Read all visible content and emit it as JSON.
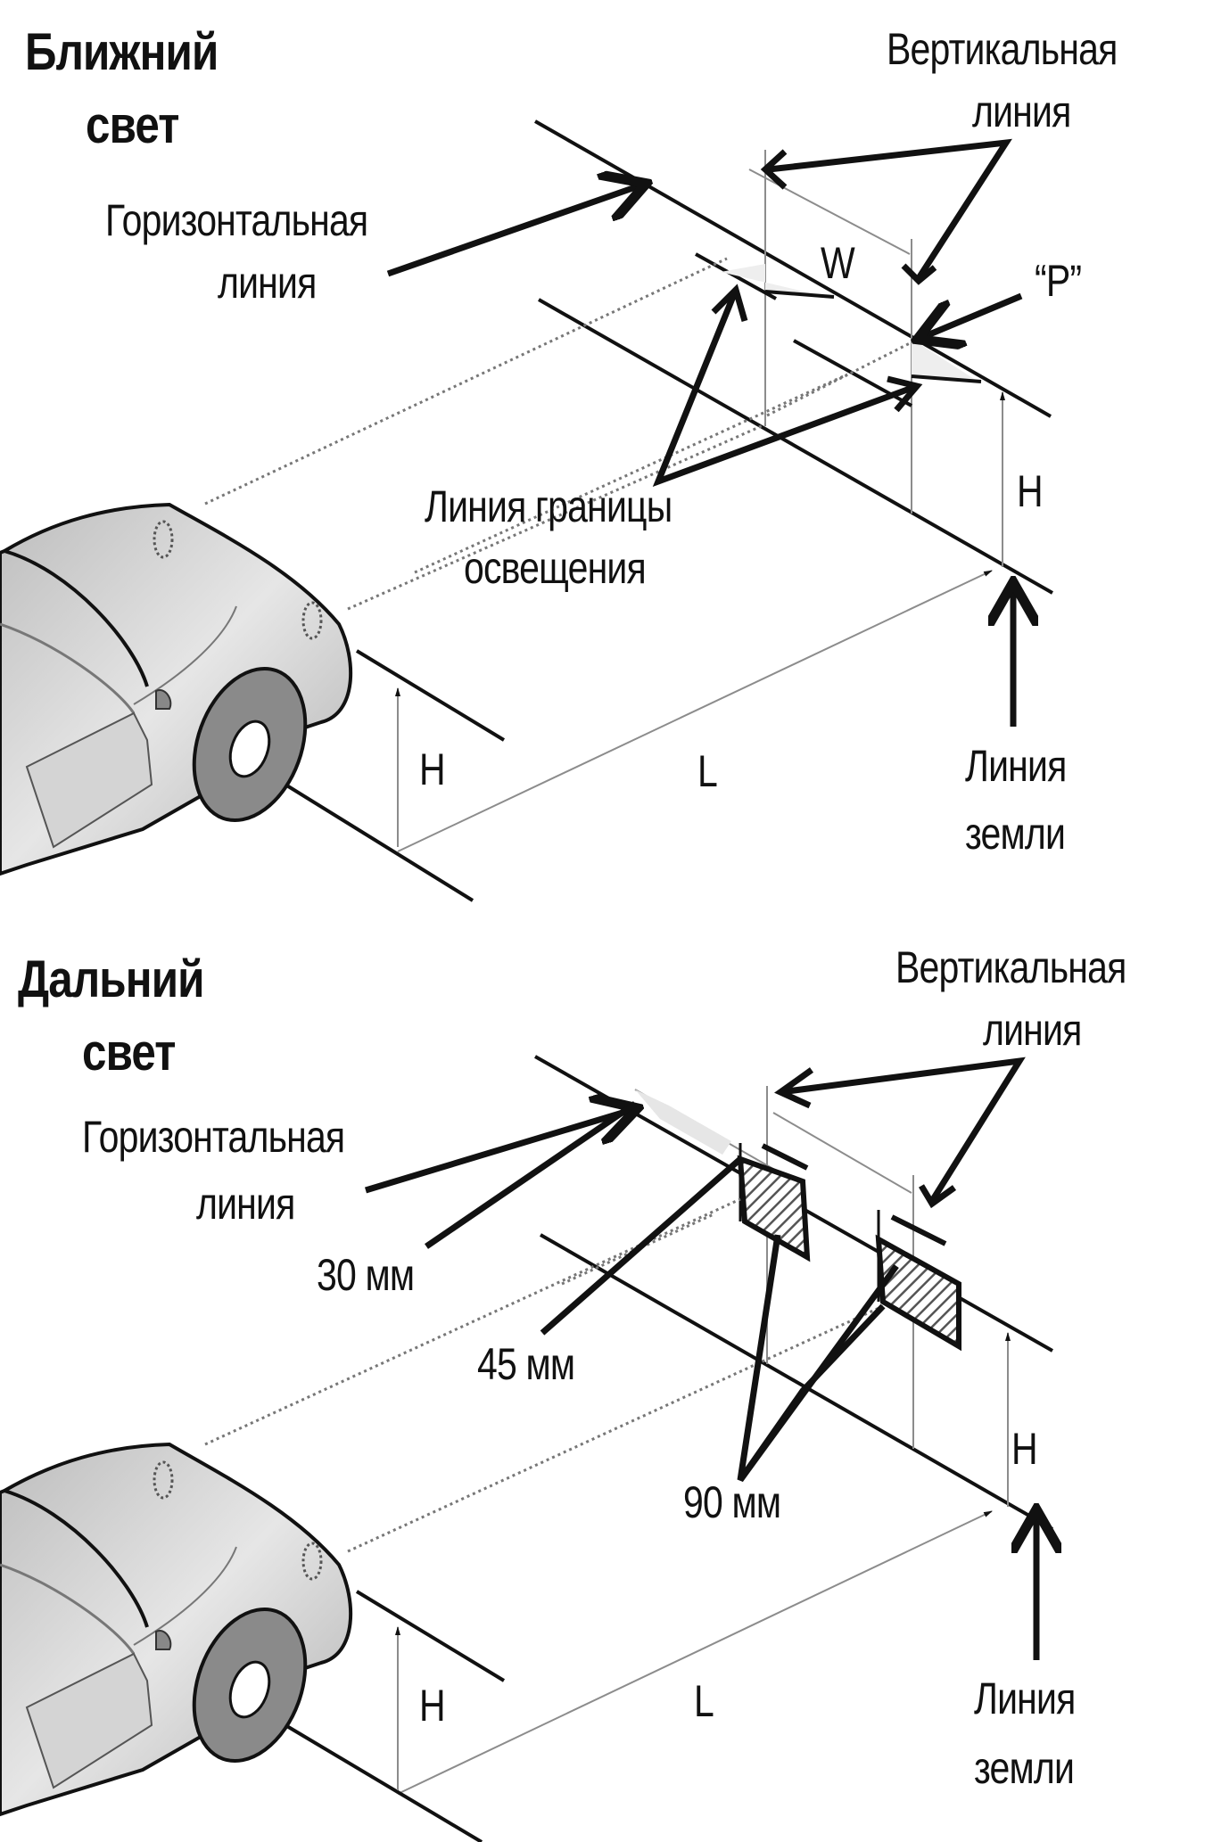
{
  "panels": [
    {
      "id": "low-beam",
      "title_line1": "Ближний",
      "title_line2": "свет",
      "labels": {
        "horizontal_line_1": "Горизонтальная",
        "horizontal_line_2": "линия",
        "vertical_line_1": "Вертикальная",
        "vertical_line_2": "линия",
        "w": "W",
        "p": "“P”",
        "cutoff_line_1": "Линия границы",
        "cutoff_line_2": "освещения",
        "h_right": "H",
        "h_left": "H",
        "l": "L",
        "ground_line_1": "Линия",
        "ground_line_2": "земли"
      }
    },
    {
      "id": "high-beam",
      "title_line1": "Дальний",
      "title_line2": "свет",
      "labels": {
        "horizontal_line_1": "Горизонтальная",
        "horizontal_line_2": "линия",
        "vertical_line_1": "Вертикальная",
        "vertical_line_2": "линия",
        "dim_30": "30 мм",
        "dim_45": "45 мм",
        "dim_90": "90 мм",
        "h_right": "H",
        "h_left": "H",
        "l": "L",
        "ground_line_1": "Линия",
        "ground_line_2": "земли"
      }
    }
  ],
  "colors": {
    "ink": "#111111",
    "car_body": "#cfcfcf",
    "tire": "#8a8a8a",
    "hatch": "#555555",
    "guide": "#8c8c8c"
  }
}
